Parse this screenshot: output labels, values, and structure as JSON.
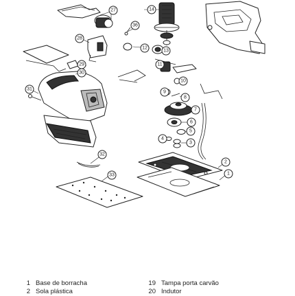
{
  "diagram": {
    "callouts": [
      "1",
      "2",
      "3",
      "4",
      "5",
      "6",
      "7",
      "8",
      "9",
      "10",
      "11",
      "12",
      "13",
      "14",
      "27",
      "28",
      "29",
      "30",
      "31",
      "32",
      "33",
      "36"
    ]
  },
  "legend": {
    "left": [
      {
        "num": "1",
        "label": "Base de borracha"
      },
      {
        "num": "2",
        "label": "Sola plástica"
      }
    ],
    "right": [
      {
        "num": "19",
        "label": "Tampa porta carvão"
      },
      {
        "num": "20",
        "label": "Indutor"
      }
    ]
  }
}
